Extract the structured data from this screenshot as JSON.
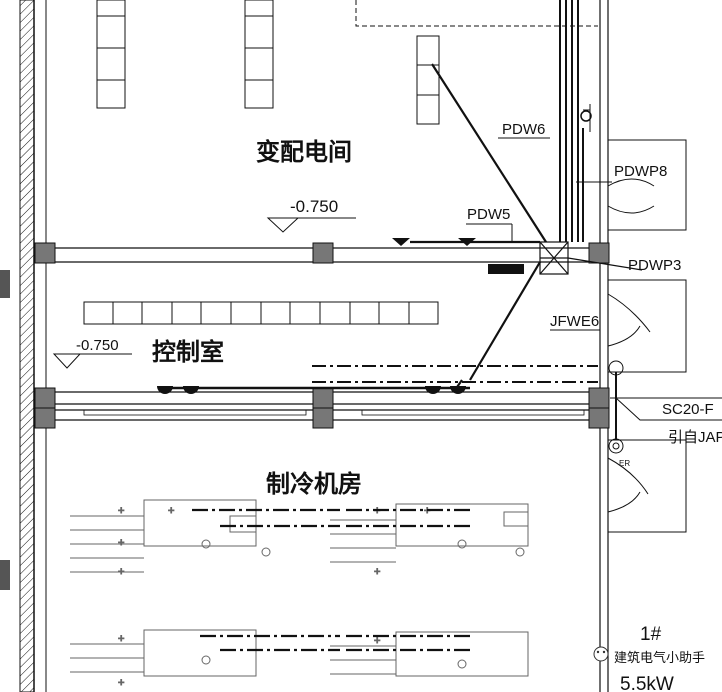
{
  "rooms": {
    "substation": "变配电间",
    "control_room": "控制室",
    "chiller_room": "制冷机房"
  },
  "elevations": {
    "substation": "-0.750",
    "control_room": "-0.750"
  },
  "cable_labels": {
    "pdw6": "PDW6",
    "pdw5": "PDW5",
    "pdwp8": "PDWP8",
    "pdwp3": "PDWP3",
    "jfwe6": "JFWE6",
    "sc20": "SC20-F",
    "yinzi": "引自JAP"
  },
  "equipment": {
    "number": "1#",
    "power": "5.5kW",
    "er_mark": "ER"
  },
  "watermark": {
    "text": "建筑电气小助手"
  }
}
